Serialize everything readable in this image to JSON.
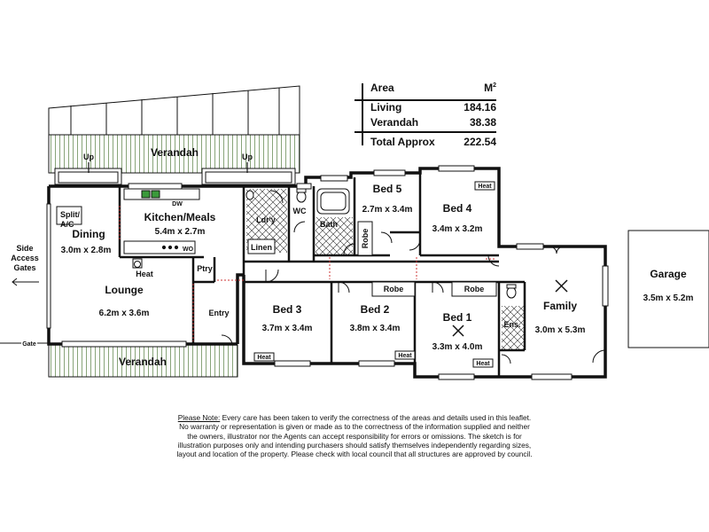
{
  "area_table": {
    "header_label": "Area",
    "header_unit": "M",
    "header_unit_sup": "2",
    "rows": [
      {
        "label": "Living",
        "value": "184.16"
      },
      {
        "label": "Verandah",
        "value": "38.38"
      }
    ],
    "total": {
      "label": "Total Approx",
      "value": "222.54"
    }
  },
  "rooms": {
    "verandah_rear": "Verandah",
    "verandah_front": "Verandah",
    "split_ac_line1": "Split/",
    "split_ac_line2": "A/C",
    "dining": {
      "name": "Dining",
      "dim": "3.0m x 2.8m"
    },
    "kitchen": {
      "name": "Kitchen/Meals",
      "dim": "5.4m x 2.7m"
    },
    "lounge": {
      "name": "Lounge",
      "dim": "6.2m x 3.6m"
    },
    "laundry": "Ldr'y",
    "linen": "Linen",
    "wc": "WC",
    "bath": "Bath",
    "robe_bath": "Robe",
    "bed5": {
      "name": "Bed 5",
      "dim": "2.7m x 3.4m"
    },
    "bed4": {
      "name": "Bed 4",
      "dim": "3.4m x 3.2m"
    },
    "bed3": {
      "name": "Bed 3",
      "dim": "3.7m x 3.4m"
    },
    "bed2": {
      "name": "Bed 2",
      "dim": "3.8m x 3.4m"
    },
    "bed1": {
      "name": "Bed 1",
      "dim": "3.3m x 4.0m"
    },
    "family": {
      "name": "Family",
      "dim": "3.0m x 5.3m"
    },
    "robe_bed2": "Robe",
    "robe_bed1": "Robe",
    "pantry": "Ptry",
    "entry": "Entry",
    "ensuite": "Ens.",
    "garage": {
      "name": "Garage",
      "dim": "3.5m x 5.2m"
    }
  },
  "fixtures": {
    "dw": "DW",
    "wo": "WO",
    "heat": "Heat",
    "up": "Up"
  },
  "annotations": {
    "side_access_line1": "Side",
    "side_access_line2": "Access",
    "side_access_line3": "Gates",
    "gate": "Gate"
  },
  "note": {
    "heading": "Please Note:",
    "text1": " Every care has been taken to verify the correctness of the areas and details used in this  leaflet.",
    "text2": "No warranty or  representation is  given or made as to the correctness of the information supplied and   neither",
    "text3": "the  owners,  illustrator nor the Agents can accept  responsibility  for  errors or  omissions.   The  sketch is  for",
    "text4": "illustration  purposes  only  and  intending  purchasers  should  satisfy  themselves independently  regarding  sizes,",
    "text5": "layout  and  location of the property. Please check  with local council that all structures are approved by council."
  }
}
